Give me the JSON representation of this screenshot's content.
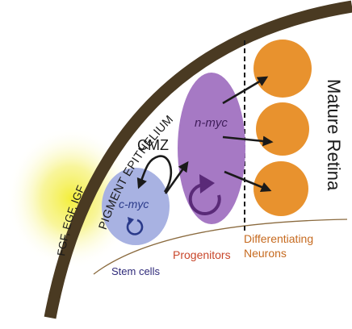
{
  "labels": {
    "pigment_epithelium": "PIGMENT EPITHELIUM",
    "growth_factors": "FGF, EGF, IGF",
    "cmz": "CMZ",
    "c_myc": "c-myc",
    "n_myc": "n-myc",
    "mature_retina": "Mature Retina",
    "stem_cells": "Stem cells",
    "progenitors": "Progenitors",
    "differentiating_line1": "Differentiating",
    "differentiating_line2": "Neurons"
  },
  "colors": {
    "epithelium": "#4a3a22",
    "glow": "#f3ee3a",
    "stem_cell": "#a8b2e2",
    "progenitor": "#a679c4",
    "neuron": "#e8922e",
    "arrow": "#1a1a1a",
    "stem_text": "#2f2a7a",
    "progenitor_text": "#c8462a",
    "differentiating_text": "#c66a1f",
    "dark_purple": "#5a2a78",
    "dark_blue": "#2a3a8a"
  }
}
